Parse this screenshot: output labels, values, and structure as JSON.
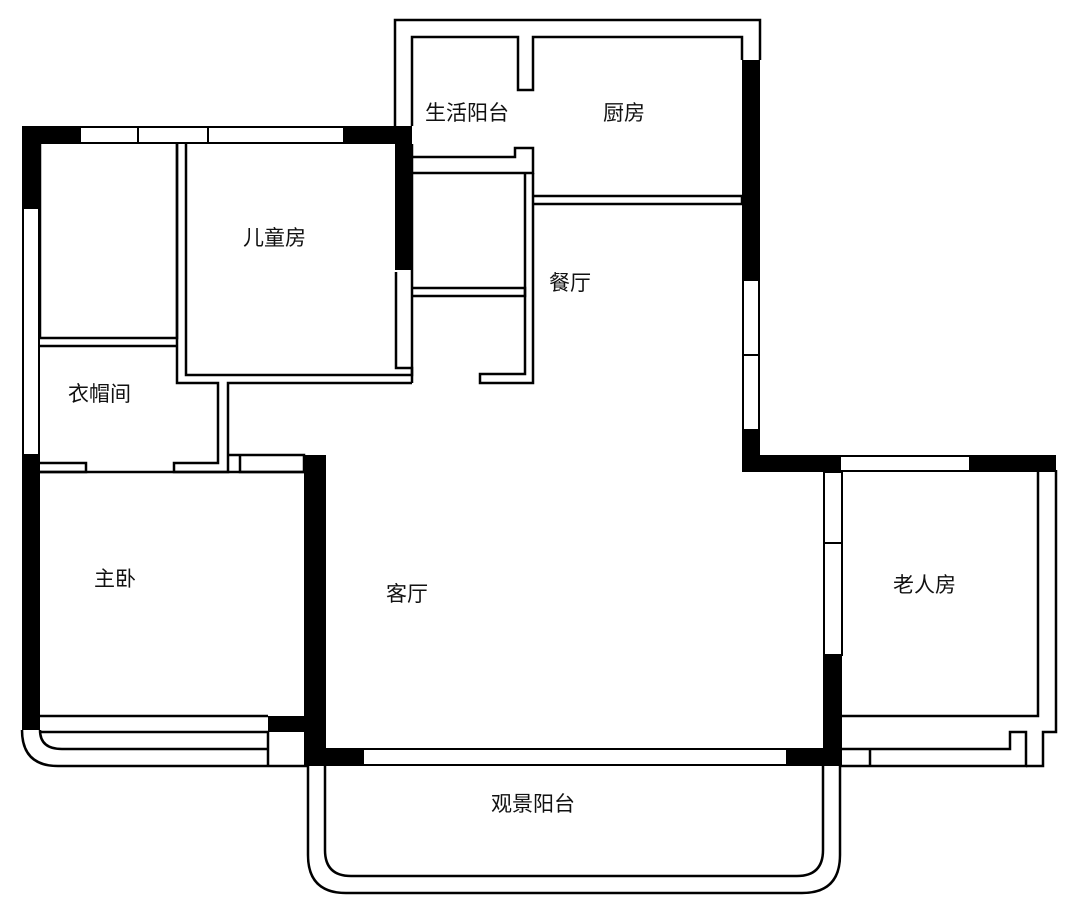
{
  "rooms": {
    "life_balcony": "生活阳台",
    "kitchen": "厨房",
    "children_room": "儿童房",
    "dining": "餐厅",
    "cloakroom": "衣帽间",
    "master_bedroom": "主卧",
    "living_room": "客厅",
    "elder_room": "老人房",
    "view_balcony": "观景阳台"
  },
  "colors": {
    "wall": "#000000",
    "background": "#ffffff",
    "label": "#111111"
  }
}
